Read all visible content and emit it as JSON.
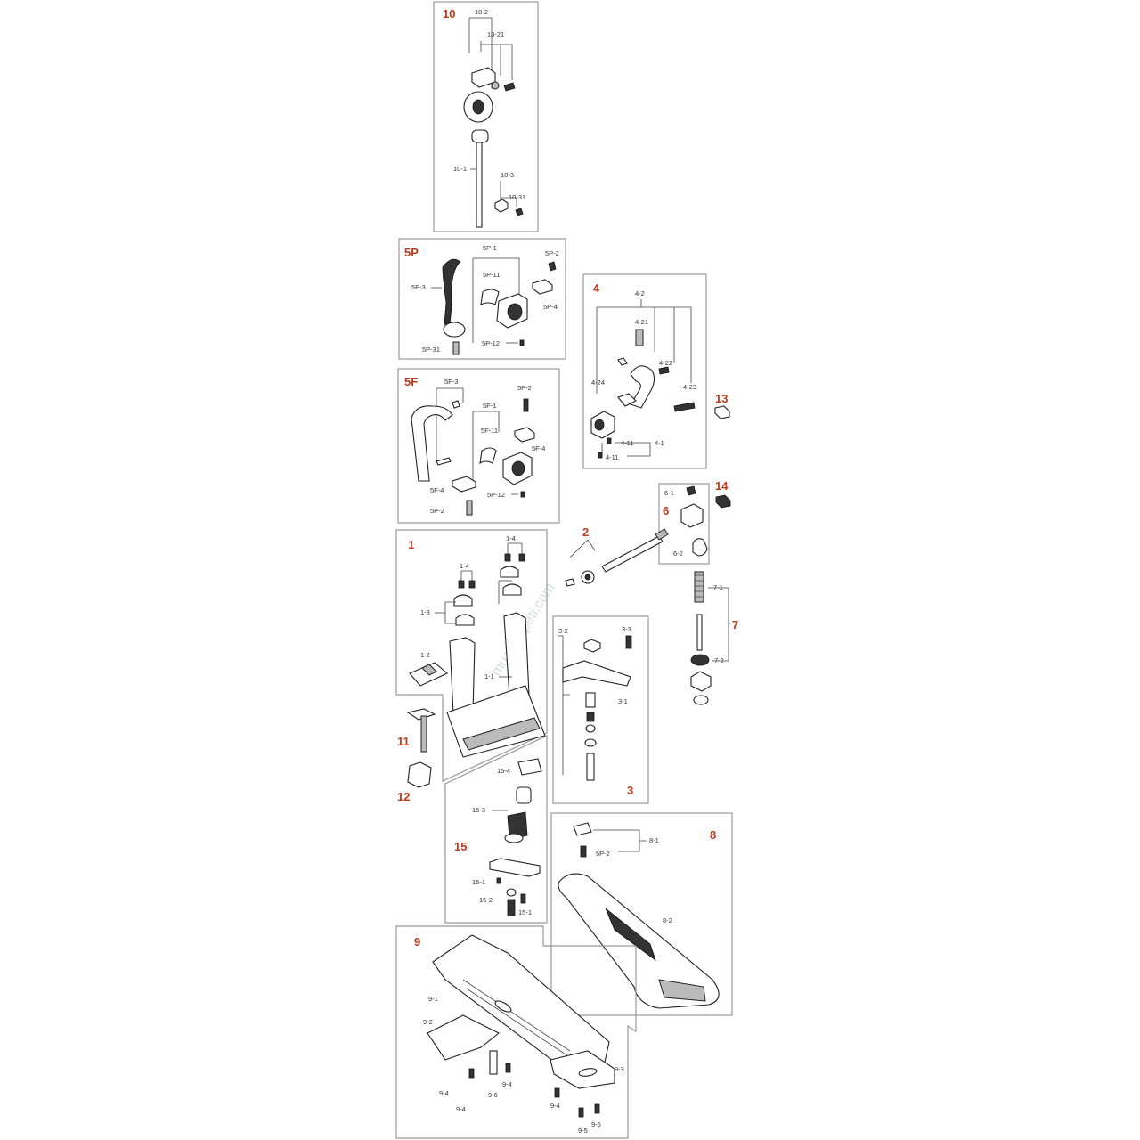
{
  "watermark": "muziksepeti.com",
  "sections": {
    "s10": "10",
    "s5p": "5P",
    "s5f": "5F",
    "s4": "4",
    "s13": "13",
    "s14": "14",
    "s6": "6",
    "s2": "2",
    "s1": "1",
    "s7": "7",
    "s3": "3",
    "s11": "11",
    "s12": "12",
    "s15": "15",
    "s8": "8",
    "s9": "9"
  },
  "labels": {
    "l10_2": "10-2",
    "l10_21": "10-21",
    "l10_1": "10-1",
    "l10_3": "10-3",
    "l10_31": "10-31",
    "l5p_1": "5P-1",
    "l5p_2": "5P-2",
    "l5p_3": "5P-3",
    "l5p_11": "5P-11",
    "l5p_4": "5P-4",
    "l5p_12": "5P-12",
    "l5p_31": "5P-31",
    "l5f_3": "5F-3",
    "l5f_2a": "5P-2",
    "l5f_1": "5F-1",
    "l5f_11": "5F-11",
    "l5f_4a": "5F-4",
    "l5f_4b": "5F-4",
    "l5f_12": "5P-12",
    "l5f_2b": "5P-2",
    "l4_2": "4-2",
    "l4_21": "4-21",
    "l4_22": "4-22",
    "l4_24": "4-24",
    "l4_23": "4-23",
    "l4_11a": "4-11",
    "l4_1": "4-1",
    "l4_11b": "4-11",
    "l6_1": "6-1",
    "l6_2": "6-2",
    "l1_4a": "1-4",
    "l1_4b": "1-4",
    "l1_3": "1-3",
    "l1_2": "1-2",
    "l1_1": "1-1",
    "l7_1": "7-1",
    "l7_2": "7-2",
    "l3_2": "3-2",
    "l3_3": "3-3",
    "l3_1": "3-1",
    "l15_4": "15-4",
    "l15_3": "15-3",
    "l15_1a": "15-1",
    "l15_2": "15-2",
    "l15_1b": "15-1",
    "l8_1": "8-1",
    "l8_sp2": "5P-2",
    "l8_2": "8-2",
    "l9_1": "9-1",
    "l9_2": "9-2",
    "l9_3": "9-3",
    "l9_4a": "9-4",
    "l9_6": "9-6",
    "l9_4b": "9-4",
    "l9_4c": "9-4",
    "l9_4d": "9-4",
    "l9_5a": "9-5",
    "l9_5b": "9-5"
  },
  "colors": {
    "section_label": "#c0391b",
    "box_border": "#999999",
    "line": "#444444"
  }
}
